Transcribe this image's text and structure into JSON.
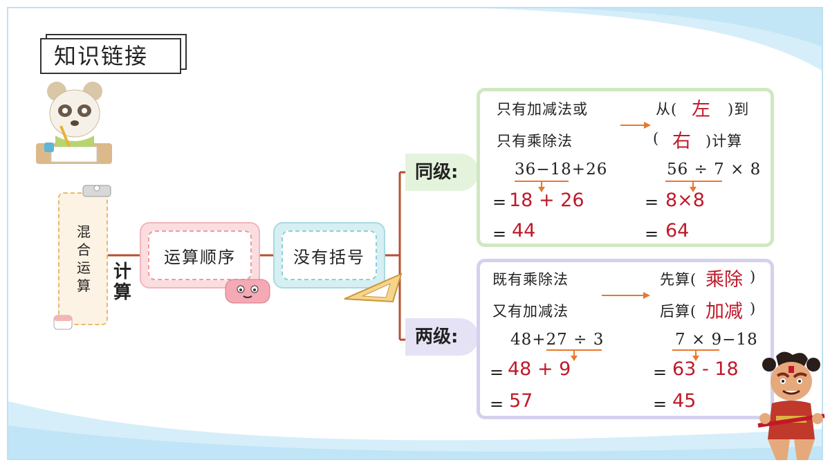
{
  "title": "知识链接",
  "left_box": {
    "text": "混合运算",
    "chars": [
      "混",
      "合",
      "运",
      "算"
    ]
  },
  "calc_label": {
    "chars": [
      "计",
      "算"
    ]
  },
  "node1": "运算顺序",
  "node2": "没有括号",
  "branch_same": "同级:",
  "branch_two": "两级:",
  "panel_same": {
    "cond_line1": "只有加减法或",
    "cond_line2": "只有乘除法",
    "rule_line1_pre": "从(",
    "rule_line1_answer": "左",
    "rule_line1_post": ")到",
    "rule_line2_pre": "(",
    "rule_line2_answer": "右",
    "rule_line2_post": ")计算",
    "ex1_expr": "36−18+26",
    "ex1_step1": "18 + 26",
    "ex1_result": "44",
    "ex2_expr": "56 ÷ 7 × 8",
    "ex2_step1": "8×8",
    "ex2_result": "64",
    "equals": "="
  },
  "panel_two": {
    "cond_line1": "既有乘除法",
    "cond_line2": "又有加减法",
    "rule_line1_pre": "先算(",
    "rule_line1_answer": "乘除",
    "rule_line1_post": ")",
    "rule_line2_pre": "后算(",
    "rule_line2_answer": "加减",
    "rule_line2_post": ")",
    "ex1_expr": "48+27 ÷ 3",
    "ex1_step1": "48 + 9",
    "ex1_result": "57",
    "ex2_expr": "7 × 9−18",
    "ex2_step1": "63 - 18",
    "ex2_result": "45",
    "equals": "="
  },
  "colors": {
    "answer_red": "#c0192a",
    "arrow_orange": "#e8782e",
    "branch_line": "#b5502c"
  }
}
